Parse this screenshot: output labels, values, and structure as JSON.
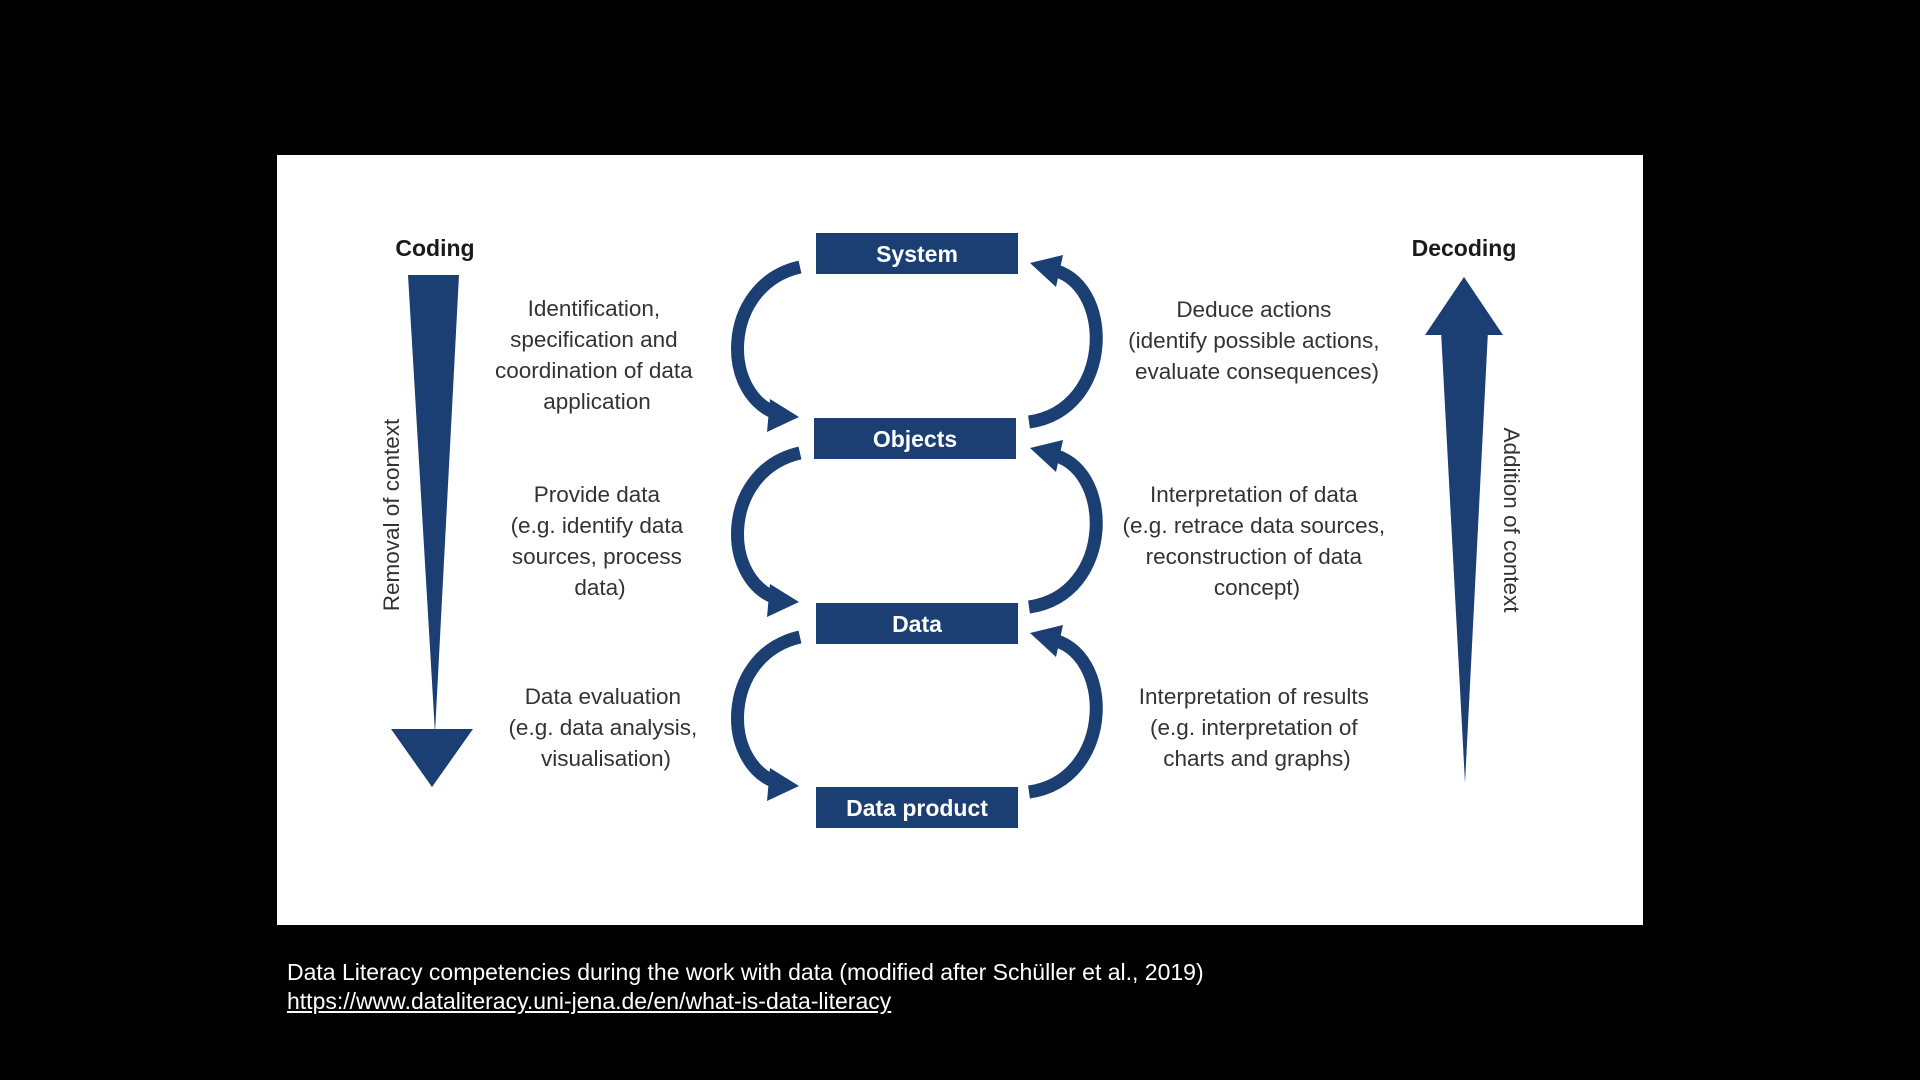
{
  "colors": {
    "background": "#000000",
    "panel": "#ffffff",
    "navy": "#1b3f73",
    "text": "#333333",
    "caption": "#ffffff"
  },
  "diagram": {
    "coding_title": "Coding",
    "decoding_title": "Decoding",
    "left_vertical": "Removal of context",
    "right_vertical": "Addition of context",
    "boxes": [
      "System",
      "Objects",
      "Data",
      "Data product"
    ],
    "left_steps": [
      [
        "Identification,",
        "specification and",
        "coordination of data",
        "application"
      ],
      [
        "Provide data",
        "(e.g. identify data",
        "sources, process",
        "data)"
      ],
      [
        "Data evaluation",
        "(e.g. data analysis,",
        "visualisation)"
      ]
    ],
    "right_steps": [
      [
        "Deduce actions",
        "(identify possible actions,",
        "evaluate consequences)"
      ],
      [
        "Interpretation of data",
        "(e.g. retrace data sources,",
        "reconstruction of data",
        "concept)"
      ],
      [
        "Interpretation of results",
        "(e.g. interpretation of",
        "charts and graphs)"
      ]
    ],
    "icons": [
      "down-arrow-icon",
      "up-arrow-icon",
      "curved-arrow-down-icon",
      "curved-arrow-up-icon"
    ]
  },
  "caption": {
    "text": "Data Literacy competencies during the work with data (modified after Schüller et al., 2019)",
    "link": "https://www.dataliteracy.uni-jena.de/en/what-is-data-literacy"
  }
}
